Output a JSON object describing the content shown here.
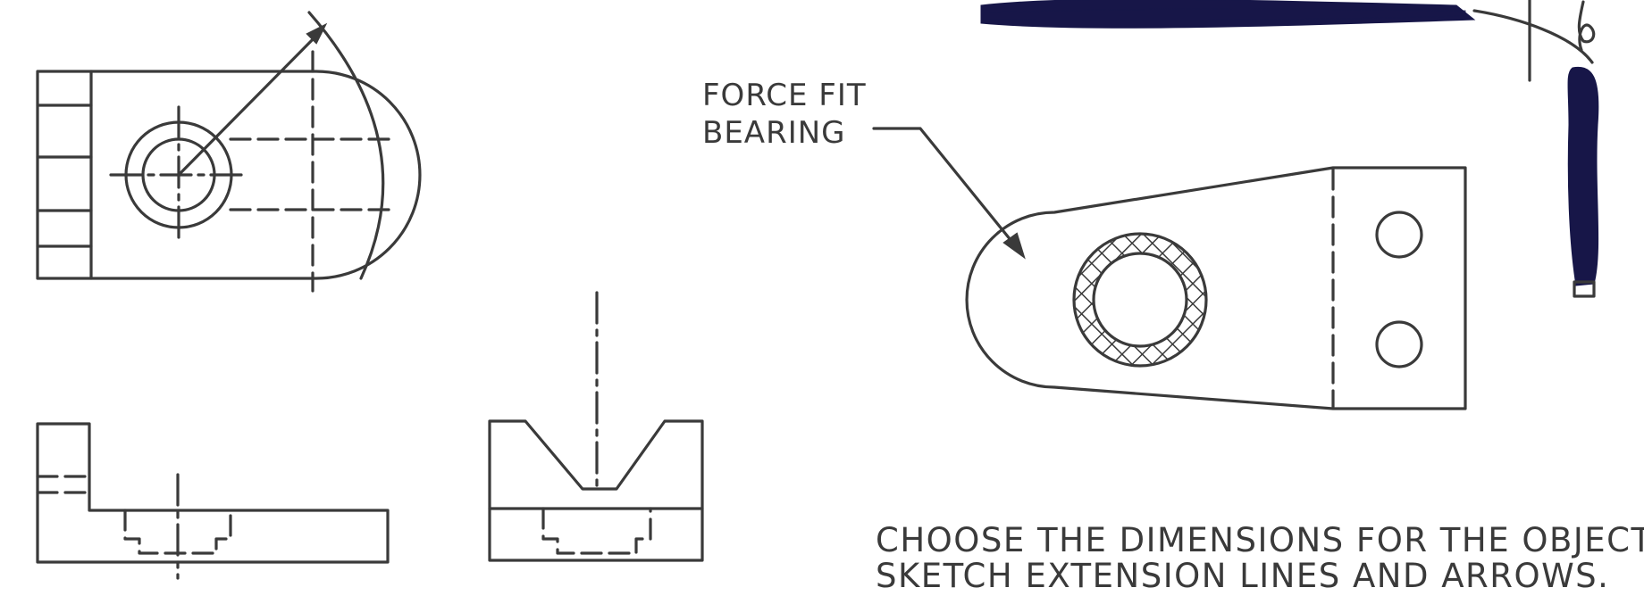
{
  "callout": {
    "line1": "FORCE FIT",
    "line2": "BEARING"
  },
  "instructions": {
    "line1": "CHOOSE THE DIMENSIONS FOR THE OBJECTS.",
    "line2": "SKETCH EXTENSION LINES AND ARROWS."
  },
  "colors": {
    "line": "#3a3a3a",
    "ink_scribble": "#171648",
    "background": "#ffffff"
  }
}
